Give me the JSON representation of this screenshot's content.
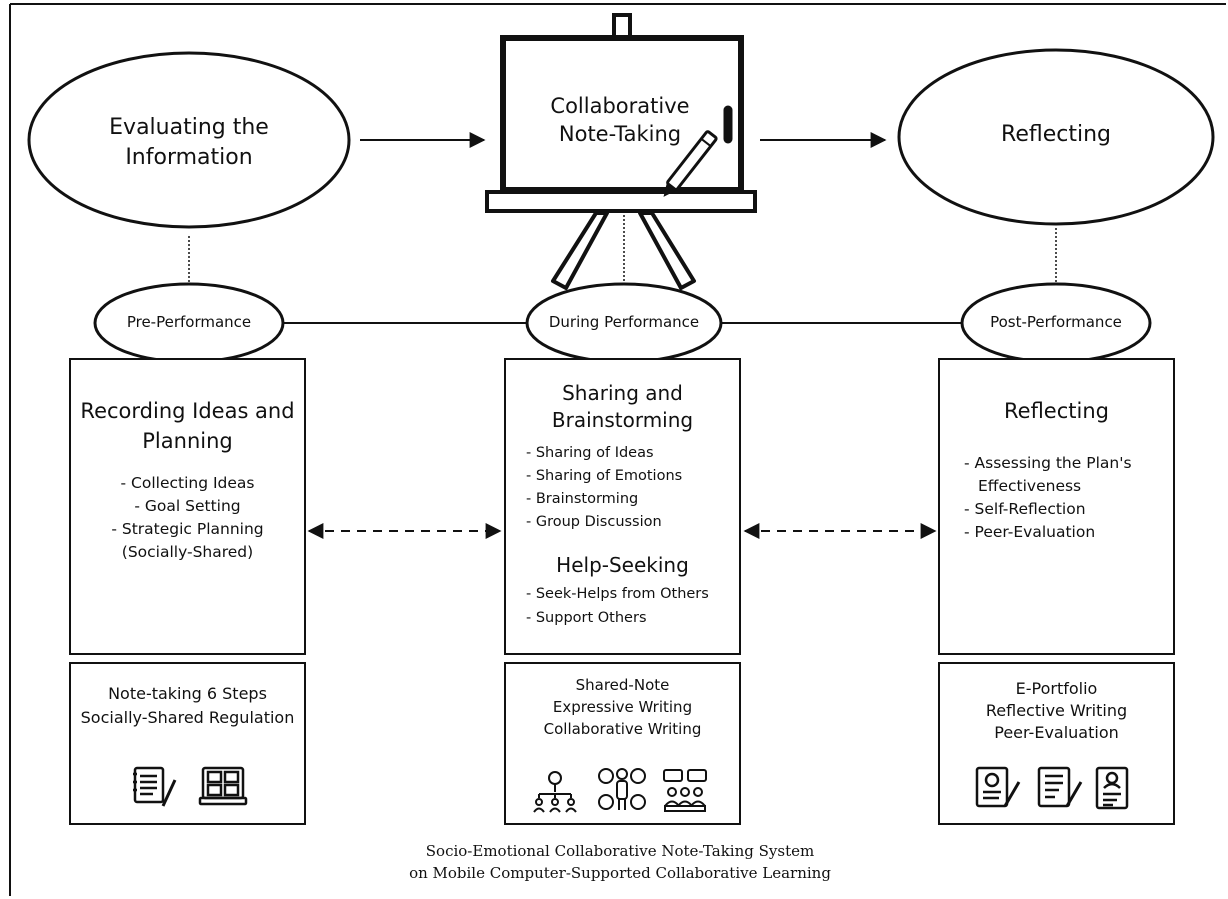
{
  "top": {
    "evaluating": [
      "Evaluating the",
      "Information"
    ],
    "collaborative": [
      "Collaborative",
      "Note-Taking"
    ],
    "reflecting": "Reflecting"
  },
  "phases": {
    "pre": "Pre-Performance",
    "during": "During Performance",
    "post": "Post-Performance"
  },
  "left_panel": {
    "title": [
      "Recording Ideas and",
      "Planning"
    ],
    "items": [
      "- Collecting Ideas",
      "- Goal Setting",
      "- Strategic Planning",
      "(Socially-Shared)"
    ]
  },
  "middle_panel": {
    "title": [
      "Sharing and",
      "Brainstorming"
    ],
    "items": [
      "- Sharing of Ideas",
      "- Sharing of Emotions",
      "- Brainstorming",
      "- Group Discussion"
    ],
    "title2": "Help-Seeking",
    "items2": [
      "- Seek-Helps from Others",
      "- Support Others"
    ]
  },
  "right_panel": {
    "title": "Reflecting",
    "items": [
      "- Assessing the Plan's",
      "Effectiveness",
      "- Self-Reflection",
      "- Peer-Evaluation"
    ]
  },
  "tools": {
    "left": [
      "Note-taking 6 Steps",
      "Socially-Shared Regulation"
    ],
    "middle": [
      "Shared-Note",
      "Expressive Writing",
      "Collaborative Writing"
    ],
    "right": [
      "E-Portfolio",
      "Reflective Writing",
      "Peer-Evaluation"
    ]
  },
  "caption": [
    "Socio-Emotional Collaborative Note-Taking System",
    "on Mobile Computer-Supported Collaborative Learning"
  ]
}
